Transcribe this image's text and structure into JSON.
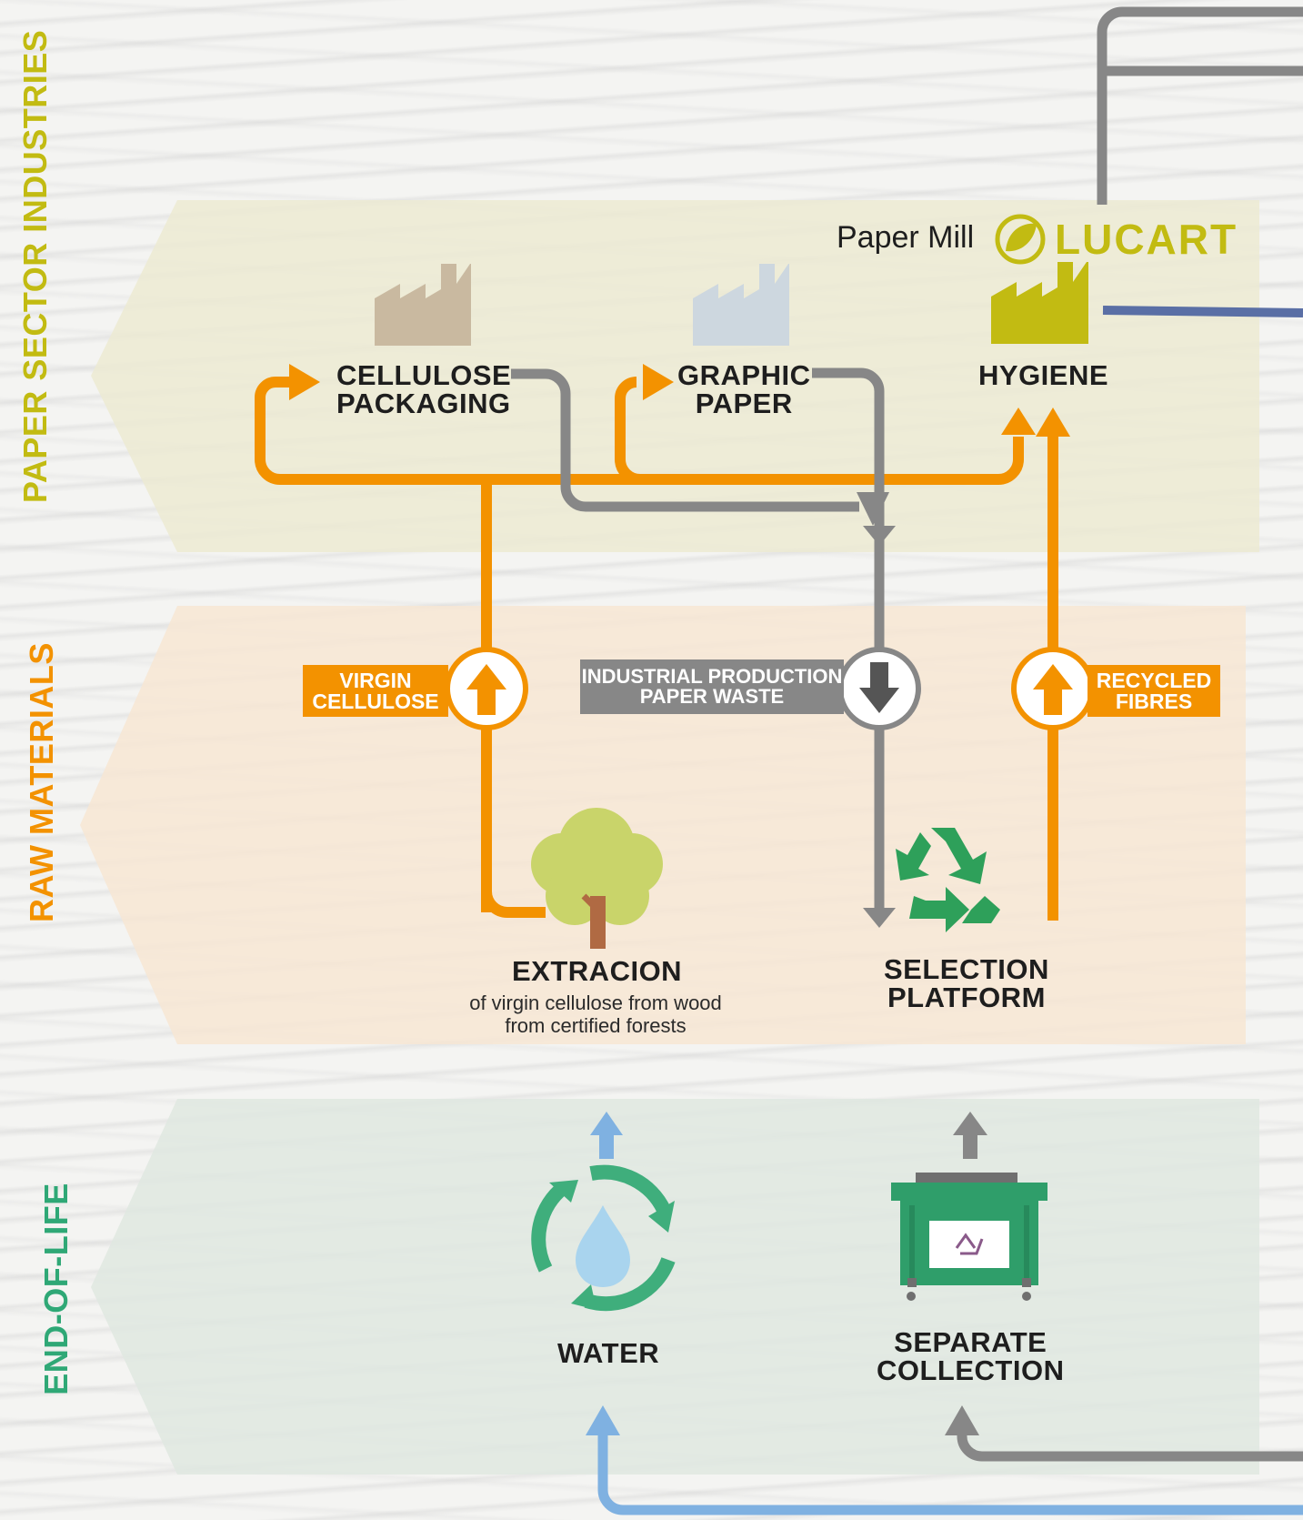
{
  "colors": {
    "orange": "#f39200",
    "grey": "#878787",
    "blue": "#6aa6dd",
    "navy": "#5a6fa5",
    "lime": "#c2bb12",
    "green": "#2f9e6a",
    "band_paper": "#ecead2",
    "band_raw": "#f7e6d3",
    "band_eol": "#dfe8e1"
  },
  "sections": {
    "paper_sector": [
      "PAPER SECTOR",
      "INDUSTRIES"
    ],
    "raw_materials": [
      "RAW",
      "MATERIALS"
    ],
    "end_of_life": [
      "END-OF-LIFE"
    ]
  },
  "brand": {
    "prefix": "Paper Mill",
    "name": "LUCART",
    "icon": "leaf-circle-icon"
  },
  "nodes": {
    "cellulose_packaging": [
      "CELLULOSE",
      "PACKAGING"
    ],
    "graphic_paper": [
      "GRAPHIC",
      "PAPER"
    ],
    "hygiene": [
      "HYGIENE"
    ],
    "extraction": {
      "title": "EXTRACION",
      "subtitle": [
        "of virgin cellulose from wood",
        "from certified forests"
      ]
    },
    "selection_platform": [
      "SELECTION",
      "PLATFORM"
    ],
    "water": [
      "WATER"
    ],
    "separate_collection": [
      "SEPARATE",
      "COLLECTION"
    ]
  },
  "flows": {
    "virgin_cellulose": [
      "VIRGIN",
      "CELLULOSE"
    ],
    "industrial_waste": [
      "INDUSTRIAL PRODUCTION",
      "PAPER WASTE"
    ],
    "recycled_fibres": [
      "RECYCLED",
      "FIBRES"
    ]
  },
  "icons": {
    "factory": "factory-icon",
    "tree": "tree-icon",
    "recycle": "recycle-icon",
    "water_cycle": "water-cycle-icon",
    "dumpster": "recycling-container-icon",
    "arrow_up": "arrow-up-icon",
    "arrow_down": "arrow-down-icon"
  }
}
